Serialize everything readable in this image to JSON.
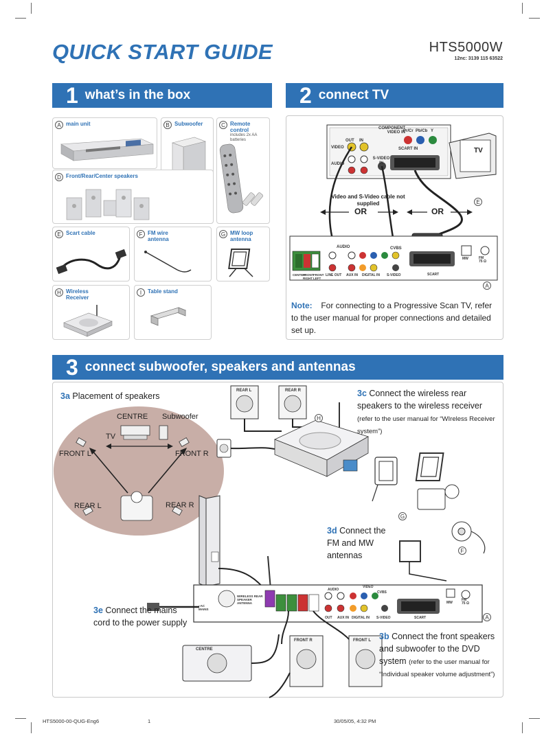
{
  "header": {
    "title": "QUICK START GUIDE",
    "model": "HTS5000W",
    "code": "12nc: 3139 115 63522"
  },
  "section1": {
    "number": "1",
    "label": "what’s in the box",
    "items": [
      {
        "badge": "A",
        "label": "main unit",
        "sub": ""
      },
      {
        "badge": "B",
        "label": "Subwoofer",
        "sub": ""
      },
      {
        "badge": "C",
        "label": "Remote control",
        "sub": "includes 2x AA batteries"
      },
      {
        "badge": "D",
        "label": "Front/Rear/Center speakers",
        "sub": ""
      },
      {
        "badge": "E",
        "label": "Scart cable",
        "sub": ""
      },
      {
        "badge": "F",
        "label": "FM wire antenna",
        "sub": ""
      },
      {
        "badge": "G",
        "label": "MW loop antenna",
        "sub": ""
      },
      {
        "badge": "H",
        "label": "Wireless Receiver",
        "sub": ""
      },
      {
        "badge": "I",
        "label": "Table stand",
        "sub": ""
      }
    ]
  },
  "section2": {
    "number": "2",
    "label": "connect TV",
    "tv_label": "TV",
    "cable_note": "Video and S-Video cable not supplied",
    "or1": "OR",
    "or2": "OR",
    "badge_e": "E",
    "badge_a": "A",
    "panel_labels": {
      "component": "COMPONENT VIDEO IN",
      "pr": "Pr/Cr",
      "pb": "Pb/Cb",
      "y": "Y",
      "out": "OUT",
      "in": "IN",
      "video": "VIDEO",
      "audio": "AUDIO",
      "svideo": "S-VIDEO IN",
      "scart_in": "SCART IN",
      "audio_rear": "AUDIO",
      "cvbs": "CVBS",
      "line_out": "LINE OUT",
      "aux_in": "AUX IN",
      "digital_in": "DIGITAL IN",
      "s_video": "S-VIDEO",
      "scart": "SCART",
      "center": "CENTER",
      "front_right": "FRONT RIGHT",
      "front_left": "FRONT LEFT",
      "mw": "MW",
      "fm": "FM 75 Ω"
    },
    "note_label": "Note:",
    "note_text": "For connecting to a Progressive Scan TV, refer to the user manual for proper connections and detailed set up."
  },
  "section3": {
    "number": "3",
    "label": "connect subwoofer, speakers and antennas",
    "placement": {
      "step": "3a",
      "title": "Placement of speakers",
      "centre": "CENTRE",
      "subwoofer": "Subwoofer",
      "tv": "TV",
      "front_l": "FRONT L",
      "front_r": "FRONT R",
      "rear_l": "REAR L",
      "rear_r": "REAR R"
    },
    "step_3c": {
      "step": "3c",
      "text": "Connect the wireless rear speakers to the wireless receiver",
      "small": "(refer to the user manual for “WIreless Receiver system”)"
    },
    "step_3d": {
      "step": "3d",
      "text": "Connect the FM and MW antennas"
    },
    "step_3e": {
      "step": "3e",
      "text": "Connect the mains cord to the power supply"
    },
    "step_3b": {
      "step": "3b",
      "text": "Connect the front speakers and subwoofer to the DVD system",
      "small": "(refer to the user manual for “Individual speaker volume adjustment”)"
    },
    "labels": {
      "rear_l": "REAR L",
      "rear_r": "REAR R",
      "front_r": "FRONT R",
      "front_l": "FRONT L",
      "centre": "CENTRE",
      "wireless_ant": "WIRELESS REAR SPEAKER ANTENNA",
      "ac_mains": "~AC MAINS",
      "audio": "AUDIO",
      "video": "VIDEO",
      "cvbs": "CVBS",
      "out": "OUT",
      "aux_in": "AUX IN",
      "digital_in": "DIGITAL IN",
      "s_video": "S-VIDEO",
      "scart": "SCART",
      "mw": "MW",
      "fm": "FM 75 Ω"
    },
    "badges": {
      "h": "H",
      "g": "G",
      "f": "F",
      "a": "A"
    }
  },
  "footer": {
    "file": "HTS5000-00-QUG-Eng6",
    "page": "1",
    "date": "30/05/05, 4:32 PM"
  },
  "colors": {
    "brand_blue": "#2f72b5",
    "room_fill": "#c8aea7"
  }
}
